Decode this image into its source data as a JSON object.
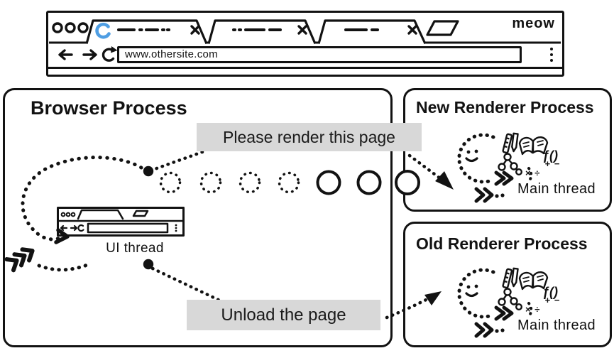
{
  "colors": {
    "ink": "#121212",
    "label_bg": "#d8d8d8",
    "spinner_blue": "#4f9ee3"
  },
  "browser_window": {
    "signature": "meow",
    "url": "www.othersite.com"
  },
  "browser_process": {
    "title": "Browser Process",
    "ui_thread_label": "UI thread",
    "message_render": "Please render this page",
    "message_unload": "Unload the page"
  },
  "renderers": [
    {
      "title": "New Renderer Process",
      "thread_label": "Main thread"
    },
    {
      "title": "Old Renderer Process",
      "thread_label": "Main thread"
    }
  ],
  "icons": {
    "math_line1": "+ −",
    "math_line2": "× ÷",
    "fn": "ƒ()"
  }
}
